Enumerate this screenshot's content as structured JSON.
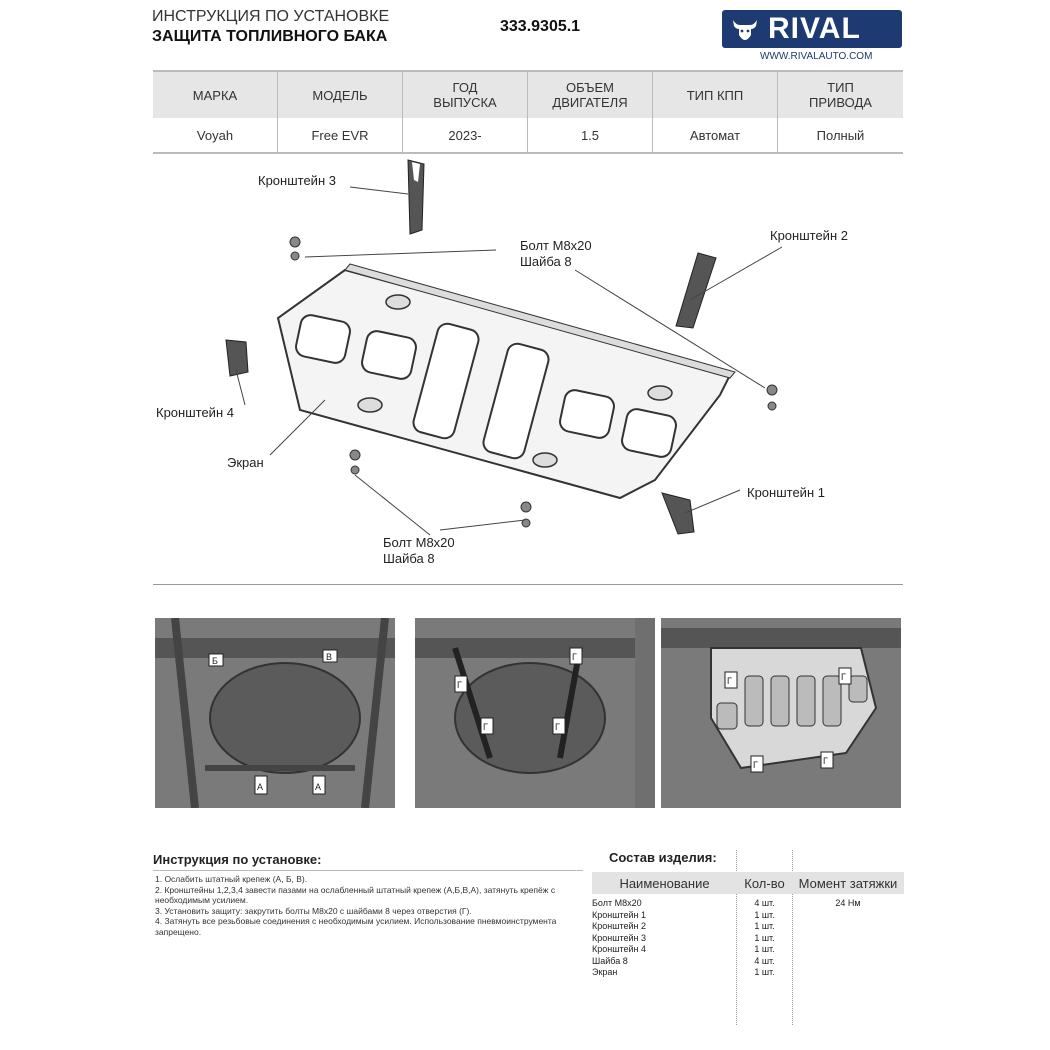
{
  "header": {
    "title_line1": "ИНСТРУКЦИЯ ПО УСТАНОВКЕ",
    "title_line2": "ЗАЩИТА ТОПЛИВНОГО БАКА",
    "part_number": "333.9305.1",
    "logo_text": "RIVAL",
    "logo_url": "WWW.RIVALAUTO.COM",
    "brand_color": "#1d3a73"
  },
  "spec_table": {
    "headers": [
      "МАРКА",
      "МОДЕЛЬ",
      "ГОД\nВЫПУСКА",
      "ОБЪЕМ\nДВИГАТЕЛЯ",
      "ТИП КПП",
      "ТИП\nПРИВОДА"
    ],
    "row": [
      "Voyah",
      "Free EVR",
      "2023-",
      "1.5",
      "Автомат",
      "Полный"
    ]
  },
  "diagram": {
    "bracket3": "Кронштейн 3",
    "bracket2": "Кронштейн 2",
    "bracket4": "Кронштейн 4",
    "bracket1": "Кронштейн 1",
    "screen": "Экран",
    "bolt_top": "Болт М8х20\nШайба 8",
    "bolt_bottom": "Болт М8х20\nШайба 8"
  },
  "photos": {
    "photo1_labels": [
      "Б",
      "В",
      "А",
      "А"
    ],
    "photo2_labels": [
      "Г",
      "Г",
      "Г",
      "Г"
    ],
    "photo3_labels": [
      "Г",
      "Г",
      "Г",
      "Г"
    ]
  },
  "instructions": {
    "title": "Инструкция по установке:",
    "steps": [
      "1. Ослабить штатный крепеж (А, Б, В).",
      "2. Кронштейны 1,2,3,4 завести пазами на ослабленный штатный крепеж (А,Б,В,А), затянуть крепёж с необходимым усилием.",
      "3. Установить защиту: закрутить болты М8х20 с шайбами 8 через отверстия (Г).",
      "4. Затянуть все резьбовые соединения с необходимым усилием. Использование пневмоинструмента запрещено."
    ]
  },
  "components": {
    "title": "Состав изделия:",
    "headers": [
      "Наименование",
      "Кол-во",
      "Момент затяжки"
    ],
    "rows": [
      [
        "Болт М8х20",
        "4 шт.",
        "24 Нм"
      ],
      [
        "Кронштейн 1",
        "1 шт.",
        ""
      ],
      [
        "Кронштейн 2",
        "1 шт.",
        ""
      ],
      [
        "Кронштейн 3",
        "1 шт.",
        ""
      ],
      [
        "Кронштейн 4",
        "1 шт.",
        ""
      ],
      [
        "Шайба 8",
        "4 шт.",
        ""
      ],
      [
        "Экран",
        "1 шт.",
        ""
      ]
    ]
  }
}
